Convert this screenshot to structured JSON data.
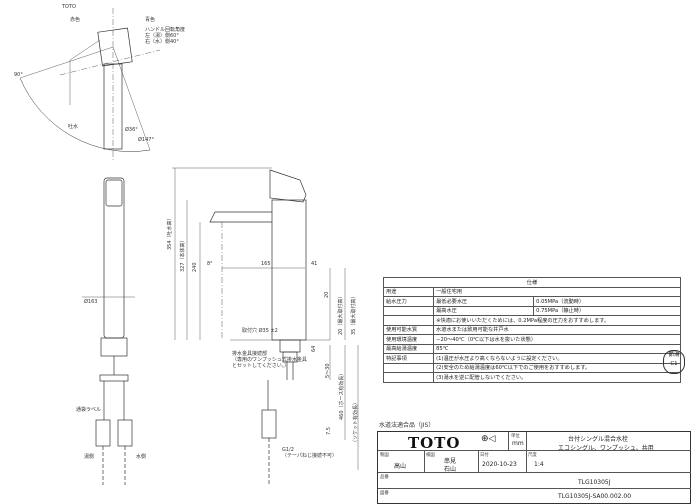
{
  "top_view": {
    "toto_label": "TOTO",
    "red_label": "赤色",
    "blue_label": "青色",
    "handle_angle_title": "ハンドル回転角度",
    "left_hot": "左（湯）側60°",
    "right_cold": "右（水）側40°",
    "spout_label": "吐水",
    "handle_label": "Ø36°",
    "arc_label": "Ø147°",
    "angle_label": "90°"
  },
  "side_view": {
    "dim_163": "Ø163",
    "dim_354": "354（吐水高）",
    "dim_327": "327（本体高）",
    "dim_240": "240",
    "dim_165": "165",
    "dim_41": "41",
    "dim_8": "8°",
    "dim_20_a": "20",
    "dim_20_b": "20（最大取付高）",
    "dim_35": "35（最大取付高）",
    "dim_64": "64",
    "dim_5_30": "5〜30",
    "dim_460": "460（ホース有効長）",
    "dim_75": "7.5",
    "mount_hole": "取付穴 Ø35 ±2",
    "drain_note_1": "排水金具接続部",
    "drain_note_2": "（専用のワンプッシュ式排水金具",
    "drain_note_3": "とセットしてください。）",
    "thread_label": "G1/2",
    "thread_note": "（テーパねじ接続不可）",
    "hose_vert_note": "（ソケット有効長）",
    "supply_label": "湯側",
    "cold_label": "水側",
    "mark_label": "通袋ラベル"
  },
  "spec": {
    "title": "仕様",
    "rows": [
      {
        "c1": "用途",
        "c2": "",
        "c3": "一般住宅用"
      },
      {
        "c1": "給水圧力",
        "c2": "最低必要水圧",
        "c3": "0.05MPa（流動時）"
      },
      {
        "c1": "",
        "c2": "最高水圧",
        "c3": "0.75MPa（静止時）"
      },
      {
        "c1": "",
        "c2": "",
        "c3": "※快適にお使いいただくためには、0.2MPa程度の圧力をおすすめします。"
      },
      {
        "c1": "使用可能水質",
        "c2": "",
        "c3": "水道水または飲用可能な井戸水"
      },
      {
        "c1": "使用環境温度",
        "c2": "",
        "c3": "−20〜40℃（0℃以下は水を抜いた状態）"
      },
      {
        "c1": "最高給湯温度",
        "c2": "",
        "c3": "85℃"
      },
      {
        "c1": "特記事項",
        "c2": "",
        "c3": "(1)温圧が水圧より高くならないように設定ください。"
      },
      {
        "c1": "",
        "c2": "",
        "c3": "(2)安全のため給湯温度は60℃以下でのご使用をおすすめします。"
      },
      {
        "c1": "",
        "c2": "",
        "c3": "(3)湯水を逆に配管しないでください。"
      }
    ]
  },
  "stamp": {
    "line1": "節湯",
    "line2": "C1"
  },
  "title_block": {
    "jis_label": "水道法適合品（JIS）",
    "logo": "TOTO",
    "scale_unit_label": "単位",
    "unit": "mm",
    "product_name": "台付シングル混合水栓",
    "product_sub": "エコシングル、ワンプッシュ、共用",
    "designer_label": "製図",
    "designer": "高山",
    "checker_label": "検図",
    "checker1": "串見",
    "checker2": "石山",
    "date_label": "日付",
    "date": "2020-10-23",
    "scale_label": "尺度",
    "scale": "1:4",
    "model_label": "品番",
    "model": "TLG10305J",
    "drawing_label": "図番",
    "drawing_no": "TLG10305J-SA00.002.00"
  }
}
